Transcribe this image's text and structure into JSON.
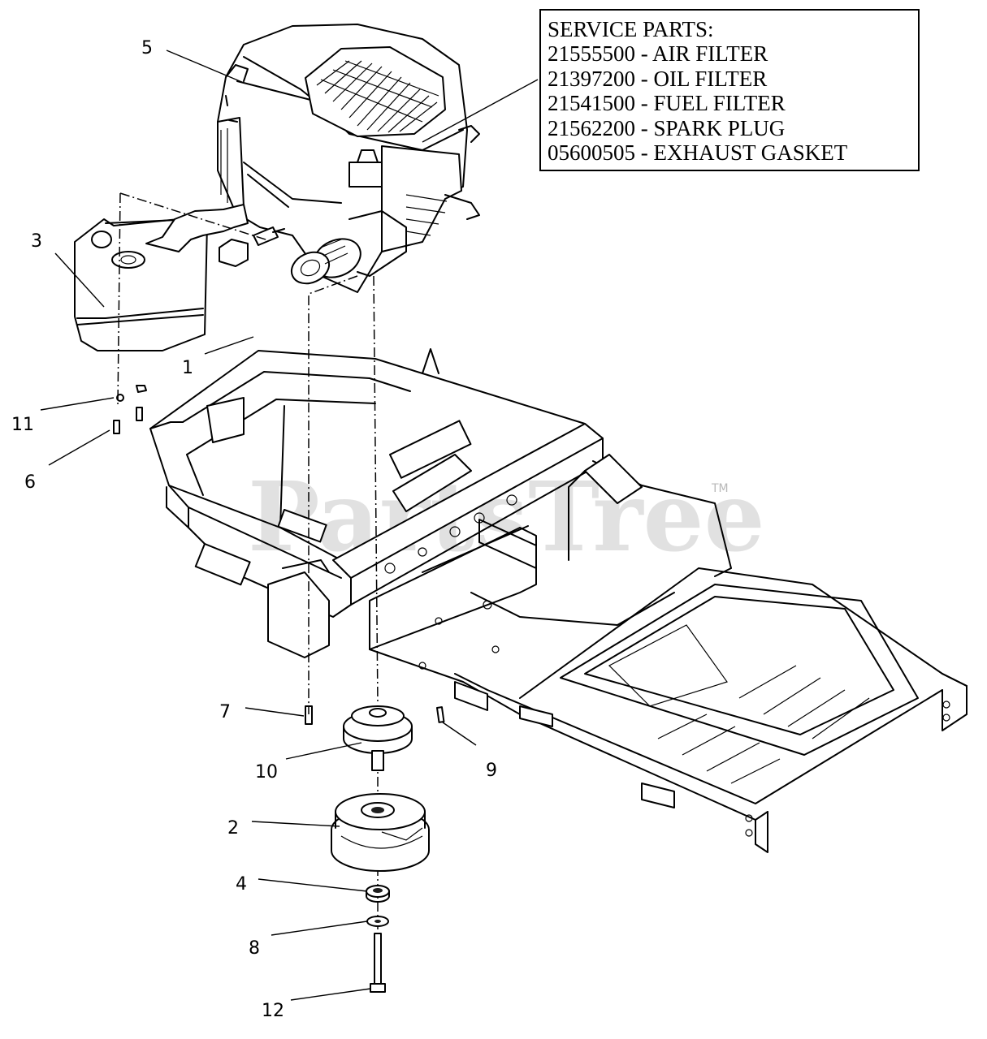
{
  "service_parts": {
    "heading": "SERVICE PARTS:",
    "items": [
      "21555500 - AIR FILTER",
      "21397200 - OIL FILTER",
      "21541500 - FUEL FILTER",
      "21562200 - SPARK PLUG",
      "05600505 - EXHAUST GASKET"
    ]
  },
  "callouts": {
    "n1": "1",
    "n2": "2",
    "n3": "3",
    "n4": "4",
    "n5": "5",
    "n6": "6",
    "n7": "7",
    "n8": "8",
    "n9": "9",
    "n10": "10",
    "n11": "11",
    "n12": "12"
  },
  "watermark": {
    "text": "PartsTree",
    "trademark": "TM"
  }
}
